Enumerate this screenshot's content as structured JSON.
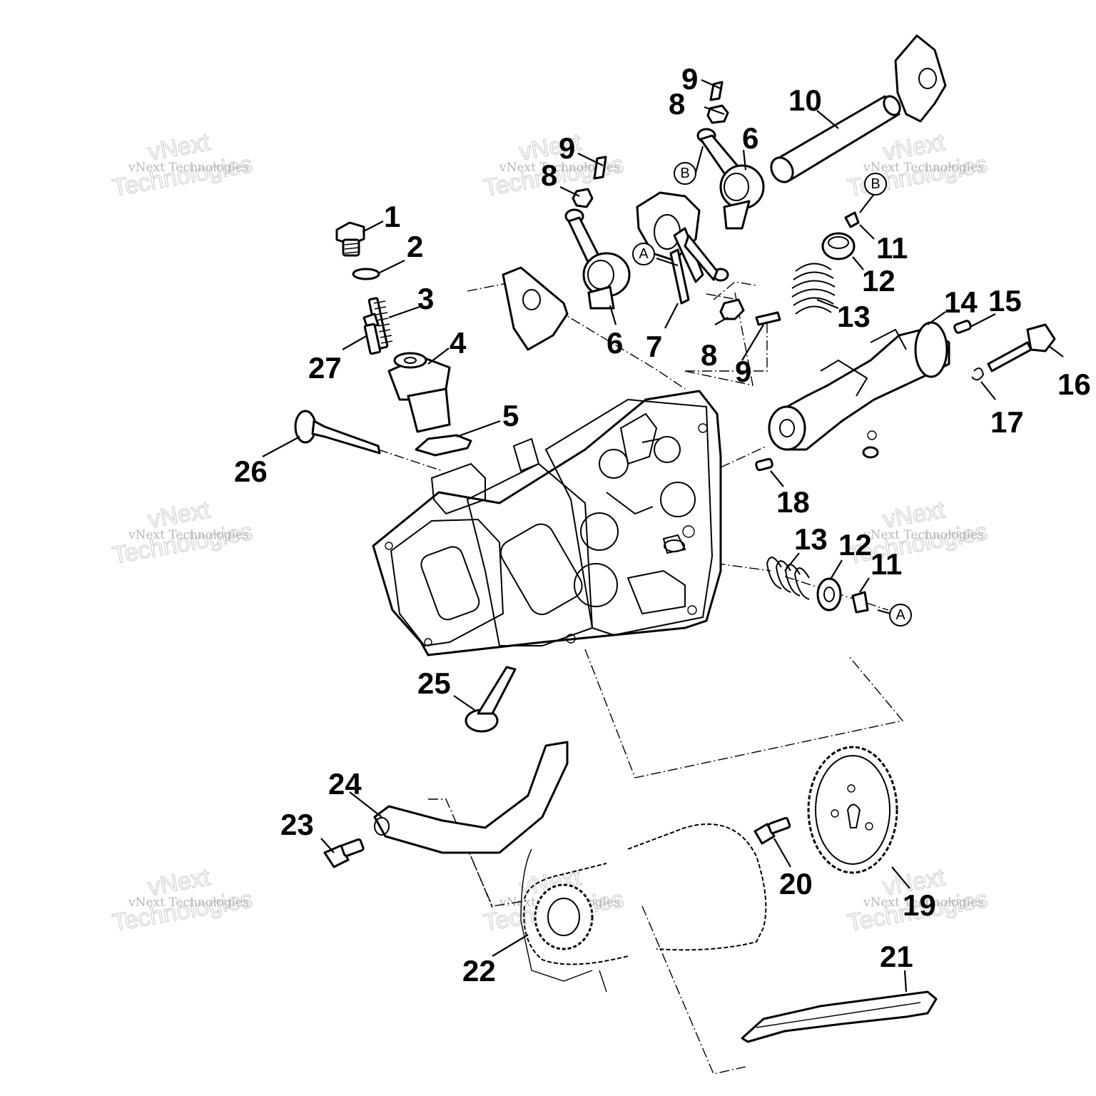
{
  "callouts": [
    "1",
    "2",
    "3",
    "4",
    "5",
    "6",
    "6",
    "7",
    "8",
    "8",
    "8",
    "9",
    "9",
    "9",
    "10",
    "11",
    "11",
    "12",
    "12",
    "13",
    "13",
    "14",
    "15",
    "16",
    "17",
    "18",
    "19",
    "20",
    "21",
    "22",
    "23",
    "24",
    "25",
    "26",
    "27"
  ],
  "ref_letters": {
    "a": "A",
    "b": "B"
  },
  "watermark": {
    "line1": "vNext Technologies",
    "line2_top": "vNext",
    "line2_bottom": "Technologies"
  }
}
